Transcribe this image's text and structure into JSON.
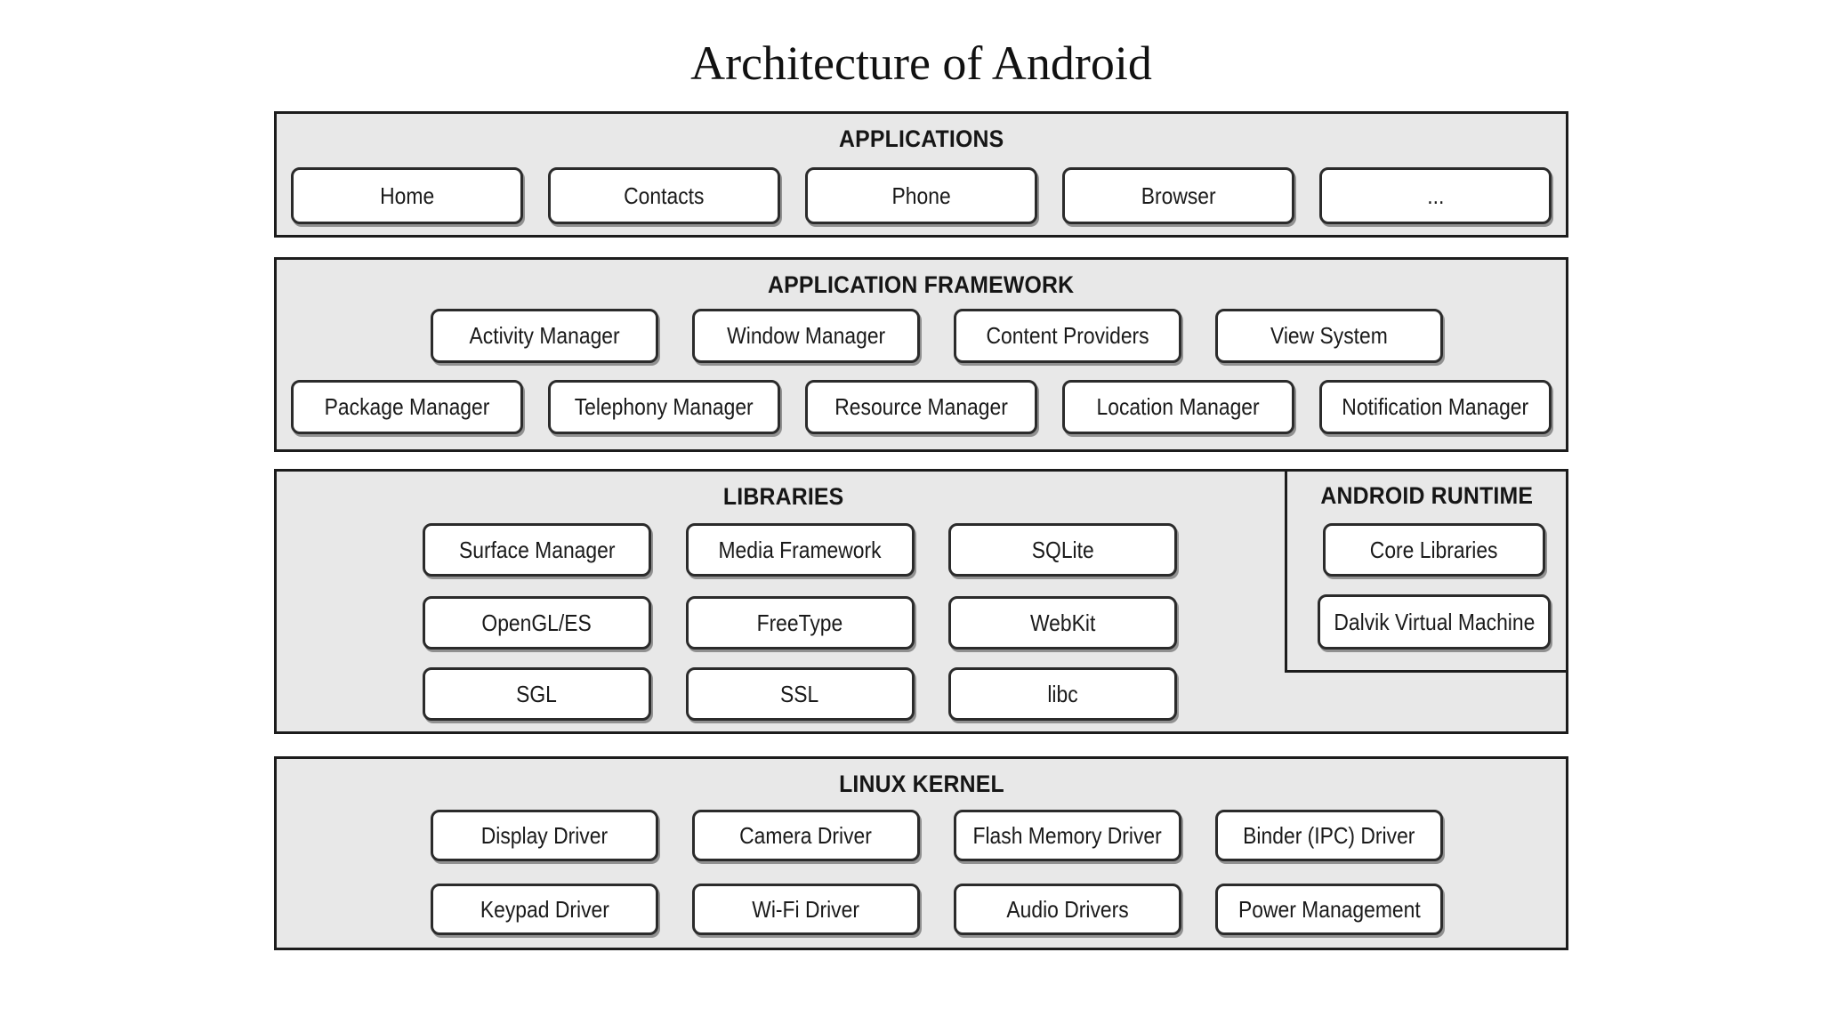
{
  "title": "Architecture of Android",
  "colors": {
    "section_fill": "#e8e8e8",
    "section_border": "#1c1c1c",
    "button_fill": "#ffffff",
    "button_border": "#2b2b2b",
    "text": "#1a1a1a"
  },
  "sections": {
    "applications": {
      "header": "APPLICATIONS",
      "buttons": [
        "Home",
        "Contacts",
        "Phone",
        "Browser",
        "..."
      ]
    },
    "application_framework": {
      "header": "APPLICATION FRAMEWORK",
      "rows": [
        [
          "Activity Manager",
          "Window Manager",
          "Content Providers",
          "View System"
        ],
        [
          "Package Manager",
          "Telephony Manager",
          "Resource Manager",
          "Location Manager",
          "Notification Manager"
        ]
      ]
    },
    "libraries": {
      "header": "LIBRARIES",
      "rows": [
        [
          "Surface Manager",
          "Media Framework",
          "SQLite"
        ],
        [
          "OpenGL/ES",
          "FreeType",
          "WebKit"
        ],
        [
          "SGL",
          "SSL",
          "libc"
        ]
      ]
    },
    "android_runtime": {
      "header": "ANDROID RUNTIME",
      "buttons": [
        "Core Libraries",
        "Dalvik Virtual Machine"
      ]
    },
    "linux_kernel": {
      "header": "LINUX KERNEL",
      "rows": [
        [
          "Display Driver",
          "Camera Driver",
          "Flash Memory Driver",
          "Binder (IPC) Driver"
        ],
        [
          "Keypad Driver",
          "Wi-Fi Driver",
          "Audio Drivers",
          "Power Management"
        ]
      ]
    }
  }
}
